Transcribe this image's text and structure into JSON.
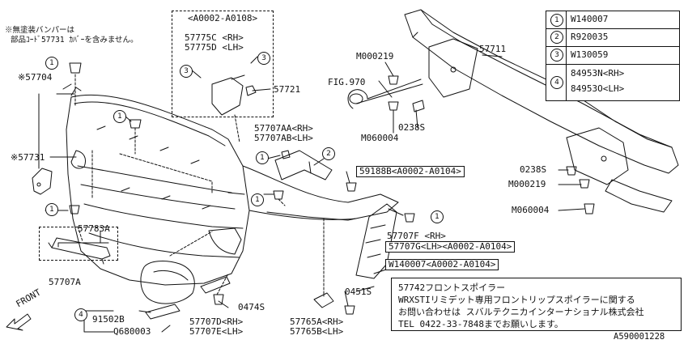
{
  "notes": {
    "unpainted_line1": "※無塗装バンパーは",
    "unpainted_line2": "部品ｺｰﾄﾞ57731 ｶﾊﾞｰを含みません。"
  },
  "legend": [
    {
      "num": "1",
      "part": "W140007"
    },
    {
      "num": "2",
      "part": "R920035"
    },
    {
      "num": "3",
      "part": "W130059"
    },
    {
      "num": "4",
      "part_rh": "84953N<RH>",
      "part_lh": "84953O<LH>"
    }
  ],
  "callouts": {
    "c1": "1",
    "c2": "2",
    "c3": "3",
    "c4": "4",
    "p57704": "※57704",
    "p57731": "※57731",
    "p57783a": "57783A",
    "p57707a": "57707A",
    "p91502b": "91502B",
    "pq680003": "Q680003",
    "serial_range_top": "<A0002-A0108>",
    "p57775c": "57775C <RH>",
    "p57775d": "57775D <LH>",
    "p57721": "57721",
    "p57707aa": "57707AA<RH>",
    "p57707ab": "57707AB<LH>",
    "p59188b": "59188B<A0002-A0104>",
    "p57707f": "57707F <RH>",
    "p57707g": "57707G<LH><A0002-A0104>",
    "pw140007": "W140007<A0002-A0104>",
    "p0451s": "0451S",
    "p57765a": "57765A<RH>",
    "p57765b": "57765B<LH>",
    "p0474s": "0474S",
    "p57707d": "57707D<RH>",
    "p57707e": "57707E<LH>",
    "pm000219_top": "M000219",
    "pfig970": "FIG.970",
    "pm060004_top": "M060004",
    "p0238s_top": "0238S",
    "p57711": "57711",
    "p0238s_right": "0238S",
    "pm000219_right": "M000219",
    "pm060004_right": "M060004",
    "front": "FRONT"
  },
  "info_box": {
    "line1": "57742フロントスポイラー",
    "line2": "WRXSTIリミデット専用フロントリップスポイラーに関する",
    "line3": "お問い合わせは スバルテクニカインターナショナル株式会社",
    "line4": "TEL 0422-33-7848までお願いします。"
  },
  "diagram_id": "A590001228"
}
